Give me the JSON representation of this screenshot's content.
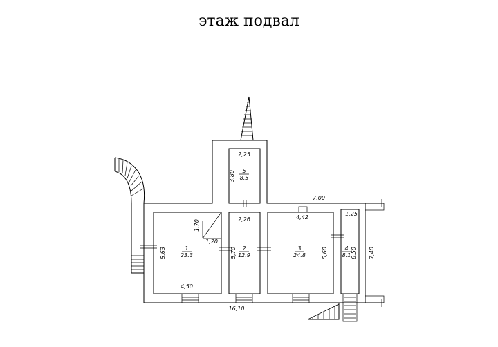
{
  "title": "этаж подвал",
  "rooms": [
    {
      "number": "1",
      "area": "23.3"
    },
    {
      "number": "2",
      "area": "12.9"
    },
    {
      "number": "3",
      "area": "24.8"
    },
    {
      "number": "4",
      "area": "8.1"
    },
    {
      "number": "5",
      "area": "8.5"
    }
  ],
  "dimensions": {
    "d_2_25": "2,25",
    "d_3_80": "3,80",
    "d_7_00": "7,00",
    "d_2_26": "2,26",
    "d_4_42": "4,42",
    "d_1_25": "1,25",
    "d_1_70": "1,70",
    "d_1_20": "1,20",
    "d_5_63": "5,63",
    "d_5_70": "5,70",
    "d_5_60": "5,60",
    "d_6_50": "6,50",
    "d_7_40": "7,40",
    "d_4_50": "4,50",
    "d_16_10": "16,10"
  }
}
